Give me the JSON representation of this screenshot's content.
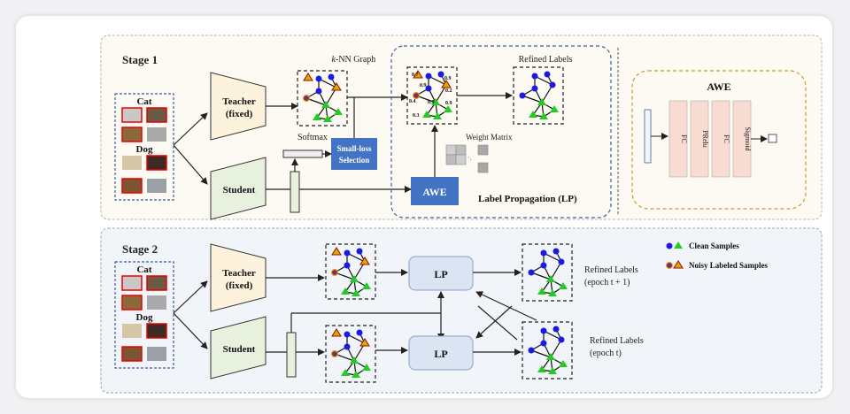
{
  "stage1": {
    "title": "Stage 1",
    "cat_label": "Cat",
    "dog_label": "Dog",
    "teacher_line1": "Teacher",
    "teacher_line2": "(fixed)",
    "student_label": "Student",
    "knn_prefix": "k",
    "knn_suffix": "-NN Graph",
    "softmax_label": "Softmax",
    "smallloss_line1": "Small-loss",
    "smallloss_line2": "Selection",
    "refined_labels": "Refined Labels",
    "weight_matrix": "Weight Matrix",
    "awe_box": "AWE",
    "lp_caption": "Label Propagation (LP)",
    "edge_weights": [
      "0.7",
      "0.9",
      "0.9",
      "0.2",
      "0.4",
      "0.9",
      "0.9",
      "0.3"
    ]
  },
  "awe_panel": {
    "title": "AWE",
    "layers": [
      "FC",
      "PRelu",
      "FC",
      "Sigmoid"
    ]
  },
  "stage2": {
    "title": "Stage 2",
    "cat_label": "Cat",
    "dog_label": "Dog",
    "teacher_line1": "Teacher",
    "teacher_line2": "(fixed)",
    "student_label": "Student",
    "lp_top": "LP",
    "lp_bottom": "LP",
    "refined_top_line1": "Refined Labels",
    "refined_top_line2": "(epoch t + 1)",
    "refined_bottom_line1": "Refined Labels",
    "refined_bottom_line2": "(epoch t)"
  },
  "legend": {
    "clean": "Clean Samples",
    "noisy": "Noisy Labeled Samples"
  },
  "colors": {
    "stage1_bg": "#fdfaf3",
    "stage2_bg": "#f1f4f8",
    "teacher_fill": "#fdf2dc",
    "student_fill": "#e7f1dd",
    "blue_box": "#4373c4",
    "lp_box": "#dbe4f3",
    "blue_node": "#1a1ae6",
    "green_node": "#22cc22",
    "noisy_node": "#8b1f86",
    "noisy_tri": "#c8b400"
  }
}
